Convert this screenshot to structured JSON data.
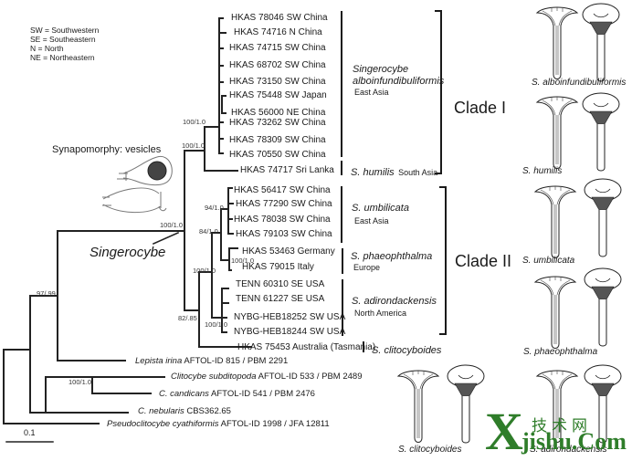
{
  "legend": {
    "lines": [
      "SW = Southwestern",
      "SE = Southeastern",
      "N = North",
      "NE = Northeastern"
    ]
  },
  "taxa": [
    "HKAS 78046 SW China",
    "HKAS 74716 N China",
    "HKAS 74715 SW China",
    "HKAS 68702 SW China",
    "HKAS 73150 SW China",
    "HKAS 75448 SW Japan",
    "HKAS 56000 NE China",
    "HKAS 73262 SW China",
    "HKAS 78309 SW China",
    "HKAS 70550 SW China",
    "HKAS 74717 Sri Lanka",
    "HKAS 56417 SW China",
    "HKAS 77290 SW China",
    "HKAS 78038 SW China",
    "HKAS 79103 SW China",
    "HKAS 53463 Germany",
    "HKAS 79015 Italy",
    "TENN 60310 SE USA",
    "TENN 61227 SE USA",
    "NYBG-HEB18252 SW USA",
    "NYBG-HEB18244 SW USA",
    "HKAS 75453 Australia (Tasmania)"
  ],
  "outgroups": [
    {
      "species": "Lepista irina",
      "voucher": "AFTOL-ID 815 / PBM 2291"
    },
    {
      "species": "Clitocybe subditopoda",
      "voucher": "AFTOL-ID 533 / PBM 2489"
    },
    {
      "species": "C. candicans",
      "voucher": "AFTOL-ID 541 / PBM 2476"
    },
    {
      "species": "C. nebularis",
      "voucher": "CBS362.65"
    },
    {
      "species": "Pseudoclitocybe cyathiformis",
      "voucher": "AFTOL-ID 1998 / JFA 12811"
    }
  ],
  "support": {
    "alboinf_inner": "100/1.0",
    "clade1": "100/1.0",
    "singerocybe": "100/1.0",
    "umbilicata": "94/1.0",
    "umb_phaeo": "84/1.0",
    "phaeophthalma": "100/1.0",
    "clade2_core": "100/1.0",
    "adirondackensis": "100/1.0",
    "clade2": "82/.85",
    "with_lepista": "97/.99",
    "clitocybe": "100/1.0"
  },
  "groups": [
    {
      "species_line1": "Singerocybe",
      "species_line2": "alboinfundibuliformis",
      "region": "East Asia"
    },
    {
      "species": "S. humilis",
      "region": "South Asia"
    },
    {
      "species": "S. umbilicata",
      "region": "East Asia"
    },
    {
      "species": "S. phaeophthalma",
      "region": "Europe"
    },
    {
      "species": "S. adirondackensis",
      "region": "North America"
    },
    {
      "species": "S. clitocyboides",
      "region": ""
    }
  ],
  "clades": [
    "Clade I",
    "Clade II"
  ],
  "genus_label": "Singerocybe",
  "synapomorphy": "Synapomorphy: vesicles",
  "scale_label": "0.1",
  "illustrations": [
    "S. alboinfundibuliformis",
    "S. humilis",
    "S. umbilicata",
    "S. phaeophthalma",
    "S. clitocyboides",
    "S. adirondackensis"
  ],
  "watermark": {
    "big": "X",
    "cn": "技术网",
    "domain": "jishu.Com",
    "color": "#2f7d2a"
  }
}
